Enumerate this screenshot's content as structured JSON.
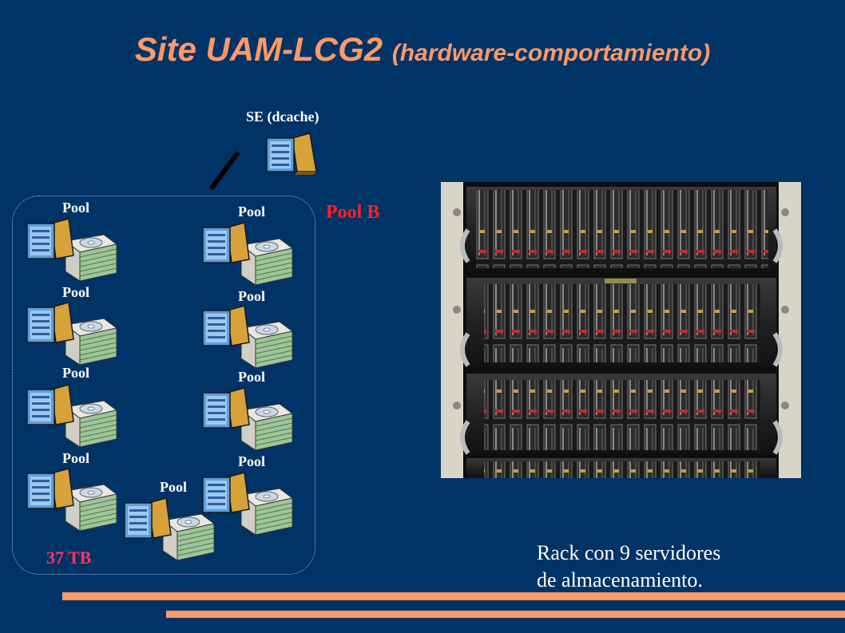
{
  "title": {
    "main": "Site UAM-LCG2",
    "sub": "(hardware-comportamiento)"
  },
  "se": {
    "label": "SE (dcache)",
    "icon": "server-tower-icon"
  },
  "pools": {
    "label": "Pool",
    "items": [
      {
        "label": "Pool"
      },
      {
        "label": "Pool"
      },
      {
        "label": "Pool"
      },
      {
        "label": "Pool"
      },
      {
        "label": "Pool"
      },
      {
        "label": "Pool"
      },
      {
        "label": "Pool"
      },
      {
        "label": "Pool"
      },
      {
        "label": "Pool"
      }
    ],
    "icon": "server-with-disks-icon"
  },
  "pool_b": {
    "label": "Pool B",
    "color": "#ff2020"
  },
  "capacity": {
    "label": "37 TB",
    "color": "#ff3366"
  },
  "photo": {
    "caption_line1": "Rack con 9 servidores",
    "caption_line2": "de almacenamiento."
  },
  "colors": {
    "background": "#003366",
    "title": "#ff9966",
    "accent_bar": "#ff9966"
  }
}
